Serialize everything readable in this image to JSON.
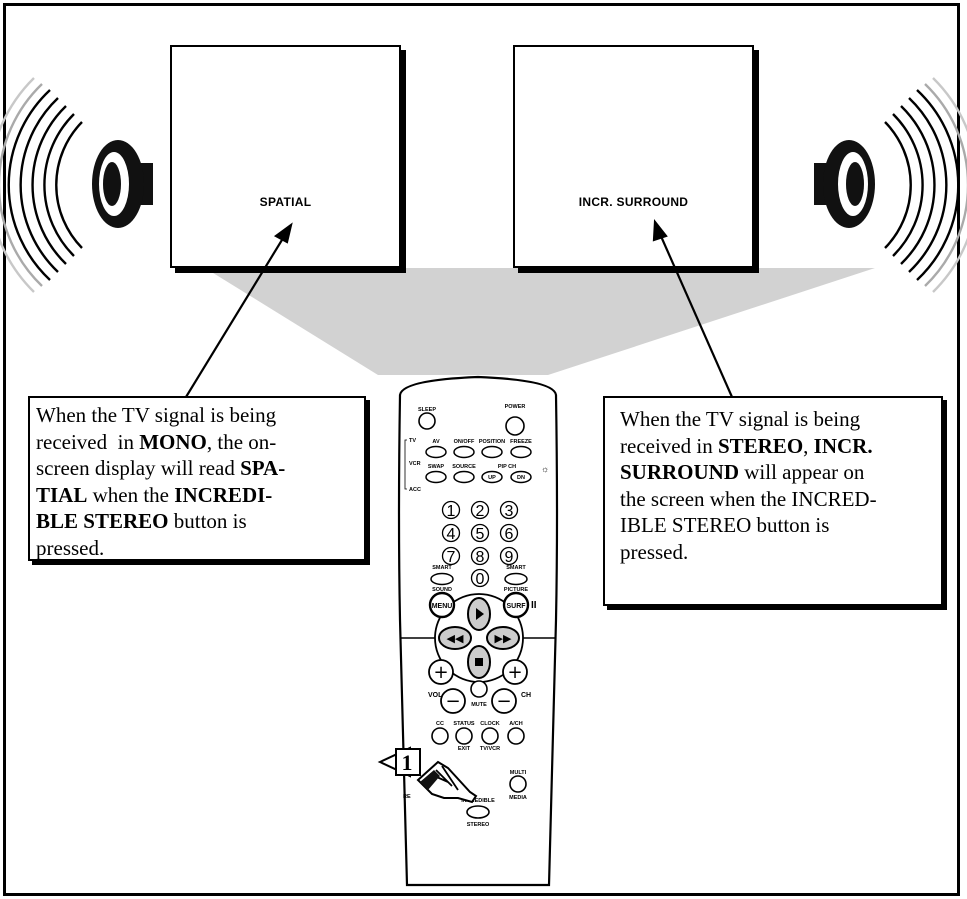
{
  "screens": {
    "left_label": "SPATIAL",
    "right_label": "INCR. SURROUND"
  },
  "callout_left": {
    "l1": "When the TV signal is being",
    "l2a": "received  in ",
    "l2b": "MONO",
    "l2c": ", the on-",
    "l3a": "screen display will read ",
    "l3b": "SPA-",
    "l4a": "TIAL",
    "l4b": " when the ",
    "l4c": "INCREDI-",
    "l5a": "BLE STEREO",
    "l5b": " button is",
    "l6": "pressed."
  },
  "callout_right": {
    "l1": "When the TV signal is being",
    "l2a": "received in ",
    "l2b": "STEREO",
    "l2c": ", ",
    "l2d": "INCR.",
    "l3a": "SURROUND",
    "l3b": " will appear on",
    "l4": "the screen when the INCRED-",
    "l5": "IBLE STEREO button is",
    "l6": "pressed."
  },
  "remote": {
    "sleep": "SLEEP",
    "power": "POWER",
    "tv": "TV",
    "vcr": "VCR",
    "acc": "ACC",
    "av": "AV",
    "onoff": "ON/OFF",
    "position": "POSITION",
    "freeze": "FREEZE",
    "swap": "SWAP",
    "source": "SOURCE",
    "pipch": "PIP CH",
    "up": "UP",
    "dn": "DN",
    "digits": [
      "1",
      "2",
      "3",
      "4",
      "5",
      "6",
      "7",
      "8",
      "9",
      "0"
    ],
    "smart_left": "SMART",
    "sound": "SOUND",
    "smart_right": "SMART",
    "picture": "PICTURE",
    "menu": "MENU",
    "surf": "SURF",
    "pause_glyph": "II",
    "vol": "VOL",
    "ch": "CH",
    "mute": "MUTE",
    "cc": "CC",
    "status": "STATUS",
    "clock": "CLOCK",
    "ach": "A/CH",
    "exit": "EXIT",
    "tvvcr": "TV/VCR",
    "multi": "MULTI",
    "media": "MEDIA",
    "incredible": "INCREDIBLE",
    "stereo": "STEREO",
    "partial_label": "RE"
  },
  "step_number": "1",
  "colors": {
    "beam": "#d0d0d0",
    "stroke": "#000000",
    "paper": "#ffffff"
  }
}
